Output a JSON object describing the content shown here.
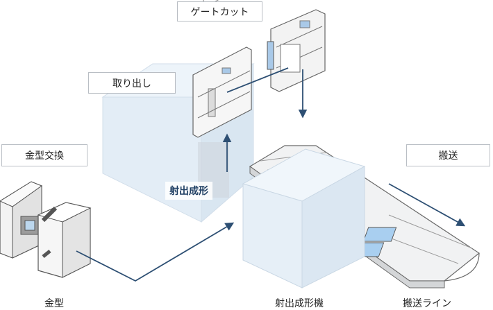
{
  "labels": {
    "gate_cut": "ゲートカット",
    "take_out": "取り出し",
    "mold_change": "金型交換",
    "transport": "搬送",
    "injection_molding": "射出成形"
  },
  "captions": {
    "mold": "金型",
    "molding_machine": "射出成形機",
    "conveyor_line": "搬送ライン"
  },
  "colors": {
    "arrow": "#2d4f73",
    "block_fill": "#e6eff7",
    "block_edge": "#c3d3e2",
    "part_fill": "#f4f4f4",
    "part_edge": "#666666",
    "part_accent": "#a9c9e8"
  }
}
